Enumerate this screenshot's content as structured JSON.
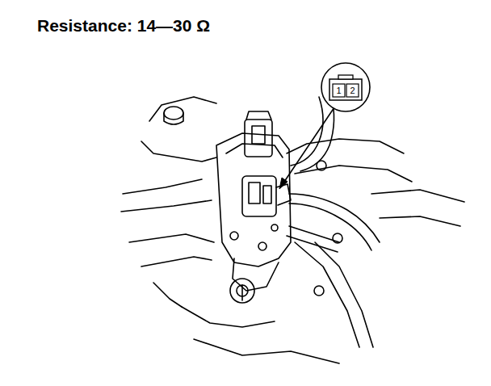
{
  "diagram": {
    "title": "Resistance: 14—30 Ω",
    "labels": [
      "1",
      "2"
    ]
  }
}
